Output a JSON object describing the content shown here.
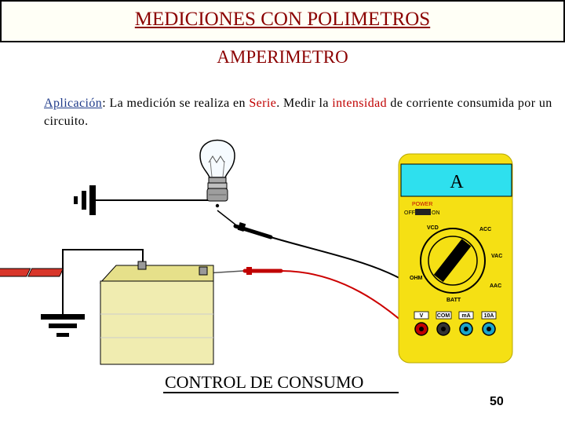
{
  "header": {
    "title": "MEDICIONES CON POLIMETROS"
  },
  "subtitle": "AMPERIMETRO",
  "paragraph": {
    "app_label": "Aplicación",
    "part1": ": La medición se realiza en ",
    "serie": "Serie",
    "part2": ". Medir la ",
    "intensidad": "intensidad",
    "part3": " de corriente consumida por un circuito."
  },
  "multimeter": {
    "display": "A",
    "power_label": "POWER",
    "off_label": "OFF",
    "on_label": "ON",
    "dial_labels": {
      "vcd": "VCD",
      "acc": "ACC",
      "vac": "VAC",
      "aac": "AAC",
      "ohm": "OHM",
      "batt": "BATT"
    },
    "jacks": [
      "V",
      "COM",
      "mA",
      "10A"
    ]
  },
  "caption": "CONTROL DE CONSUMO",
  "page_number": "50",
  "colors": {
    "title": "#8b0000",
    "highlight": "#c00000",
    "link": "#1f3b8a",
    "meter_body": "#f5e014",
    "display_bg": "#2ee0ee",
    "battery_body": "#f0ecb0",
    "red_wire": "#cc0000"
  }
}
